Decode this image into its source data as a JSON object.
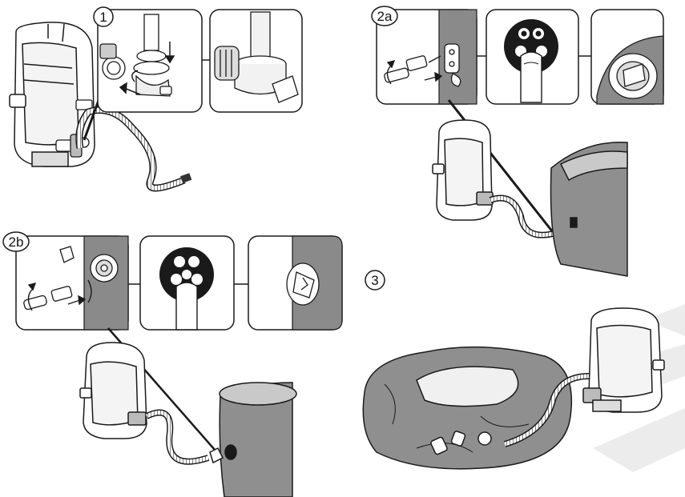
{
  "steps": [
    {
      "id": "1",
      "label": "1"
    },
    {
      "id": "2a",
      "label": "2a"
    },
    {
      "id": "2b",
      "label": "2b"
    },
    {
      "id": "3",
      "label": "3"
    }
  ],
  "colors": {
    "line": "#1a1a1a",
    "tub_fill": "#8f8f8f",
    "tub_light": "#c9c9c9",
    "panel_gray": "#8a8a8a",
    "watermark": "#ececec"
  }
}
